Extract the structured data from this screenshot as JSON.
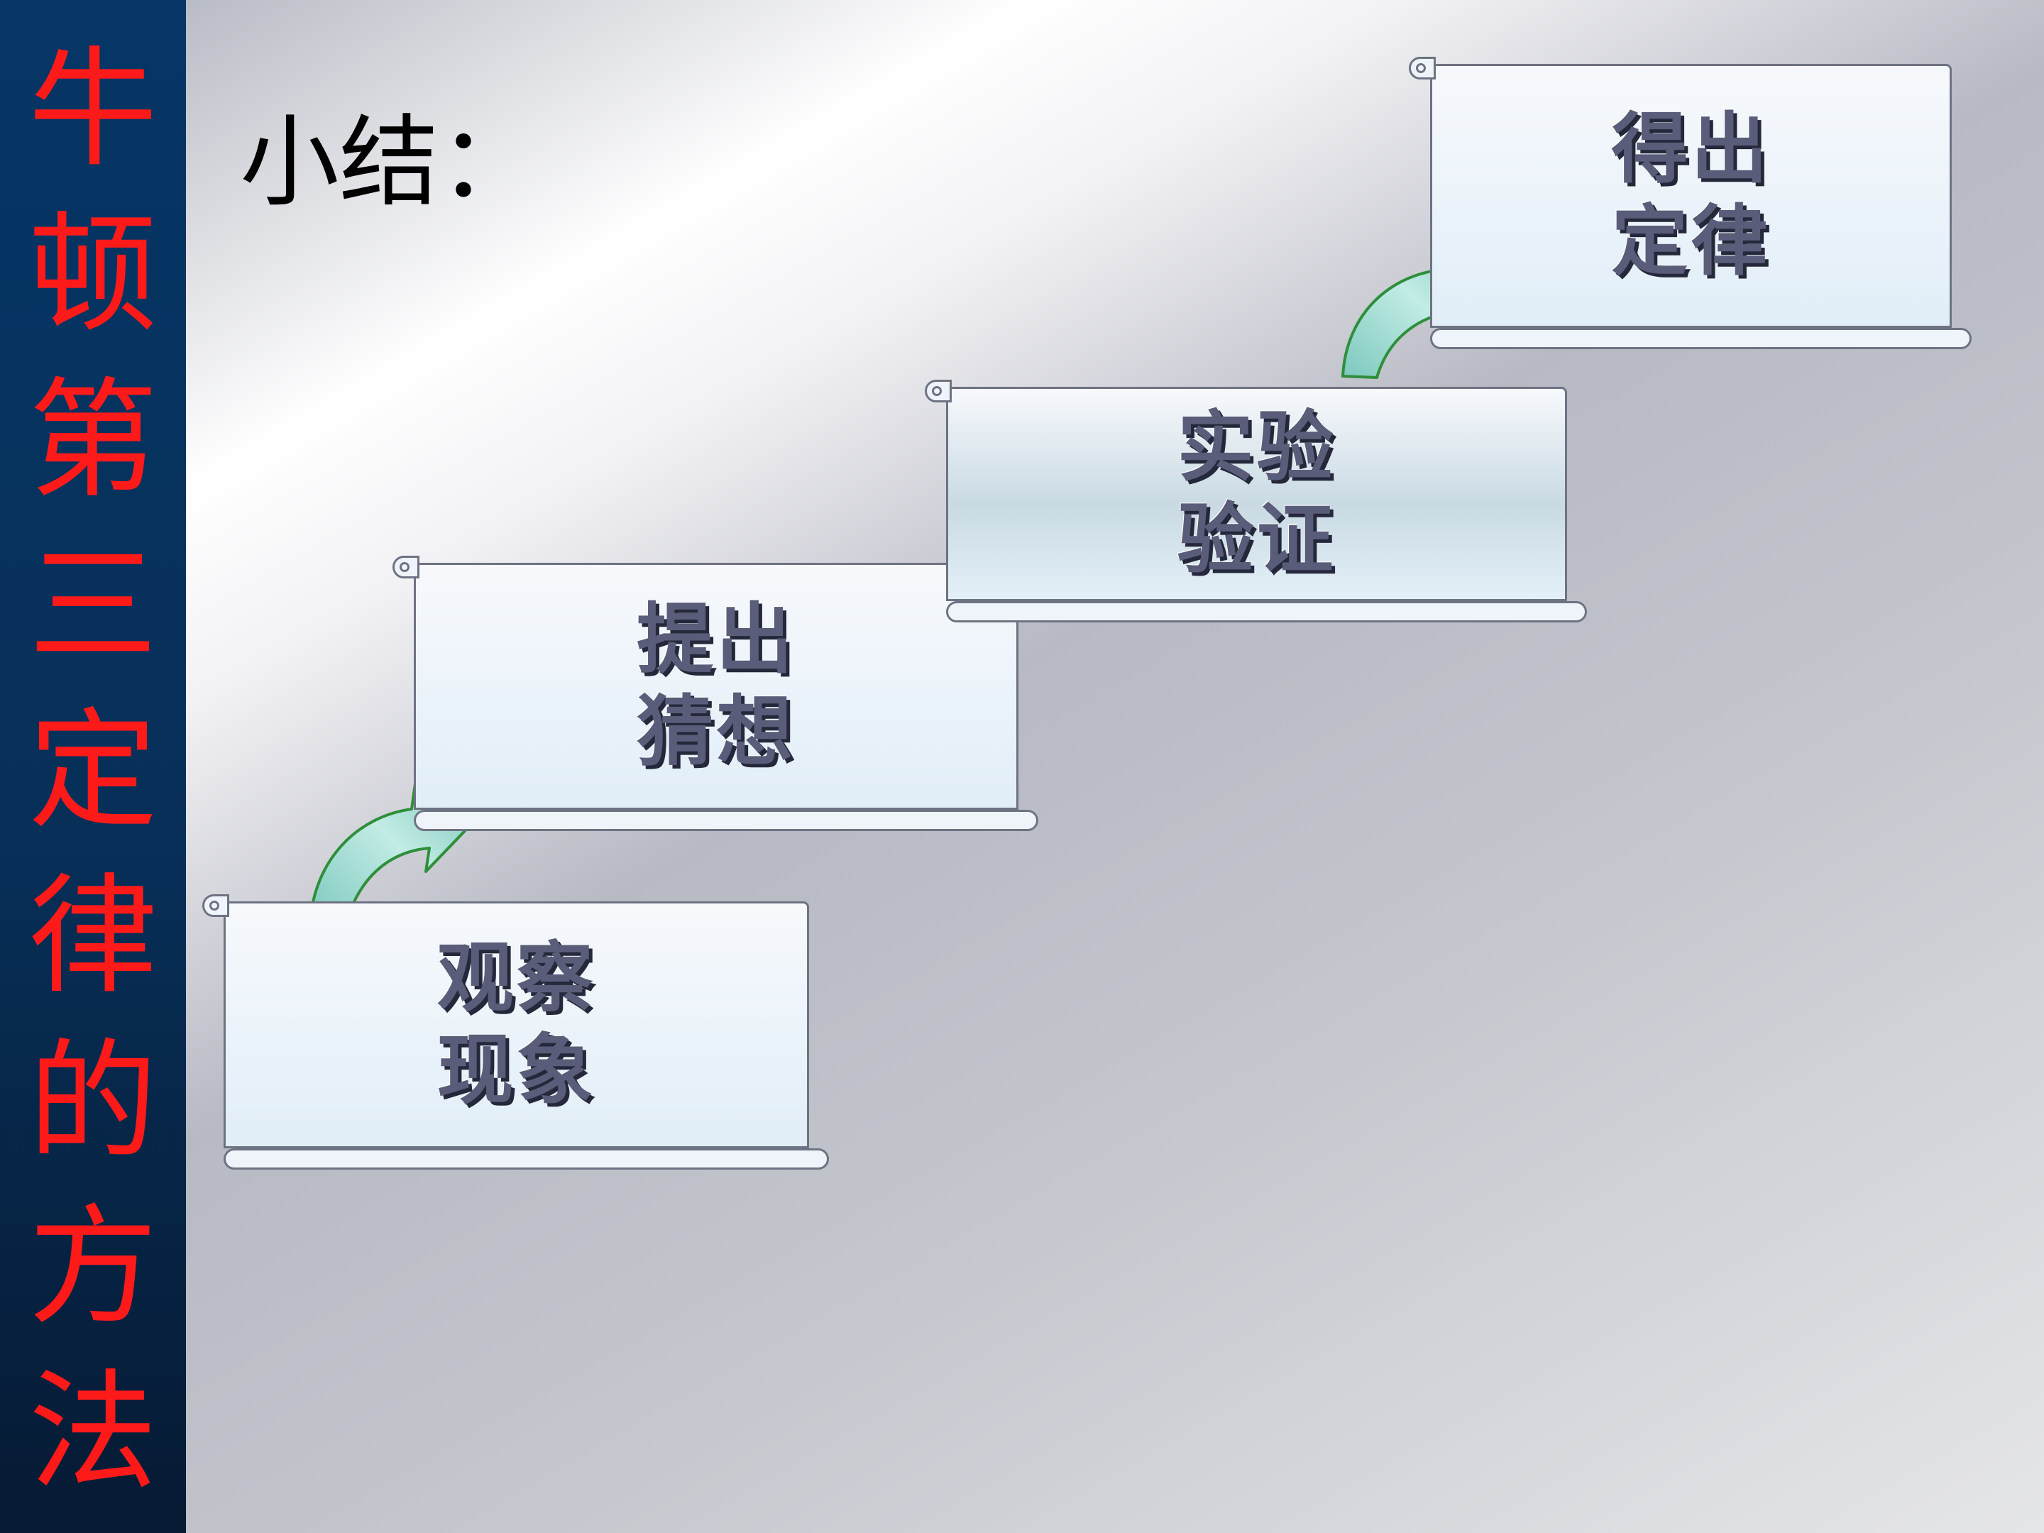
{
  "sidebar": {
    "title_chars": [
      "牛",
      "顿",
      "第",
      "三",
      "定",
      "律",
      "的",
      "方",
      "法"
    ]
  },
  "slide": {
    "title": "小结："
  },
  "steps": [
    {
      "line1": "观察",
      "line2": "现象"
    },
    {
      "line1": "提出",
      "line2": "猜想"
    },
    {
      "line1": "实验",
      "line2": "验证"
    },
    {
      "line1": "得出",
      "line2": "定律"
    }
  ],
  "colors": {
    "sidebar_text": "#ff1a1a",
    "sidebar_bg": "#063666",
    "step_text": "#5a5d79",
    "arrow_fill": "#8fd2c8",
    "arrow_stroke": "#2e8f3a"
  },
  "icons": {
    "curved_arrow": "curved-arrow-icon",
    "right_arrow": "right-arrow-icon"
  }
}
